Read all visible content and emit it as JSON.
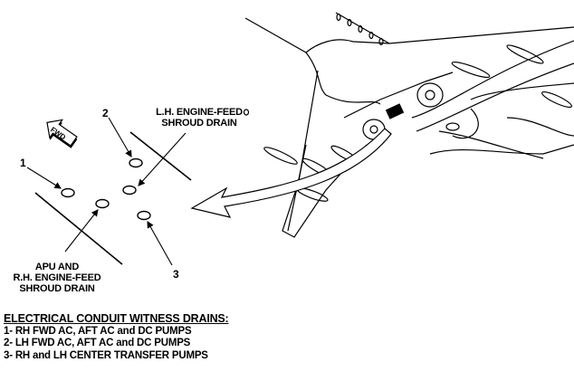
{
  "diagram": {
    "fwd_label": "FWD",
    "callouts": {
      "one": "1",
      "two": "2",
      "three": "3"
    },
    "lh_drain_label": [
      "L.H. ENGINE-FEED",
      "SHROUD DRAIN"
    ],
    "apu_drain_label": [
      "APU AND",
      "R.H. ENGINE-FEED",
      "SHROUD DRAIN"
    ]
  },
  "legend": {
    "title": "ELECTRICAL CONDUIT WITNESS DRAINS:",
    "items": [
      "1- RH FWD AC, AFT AC and DC PUMPS",
      "2- LH FWD AC, AFT AC and DC PUMPS",
      "3- RH and LH CENTER TRANSFER PUMPS"
    ]
  }
}
